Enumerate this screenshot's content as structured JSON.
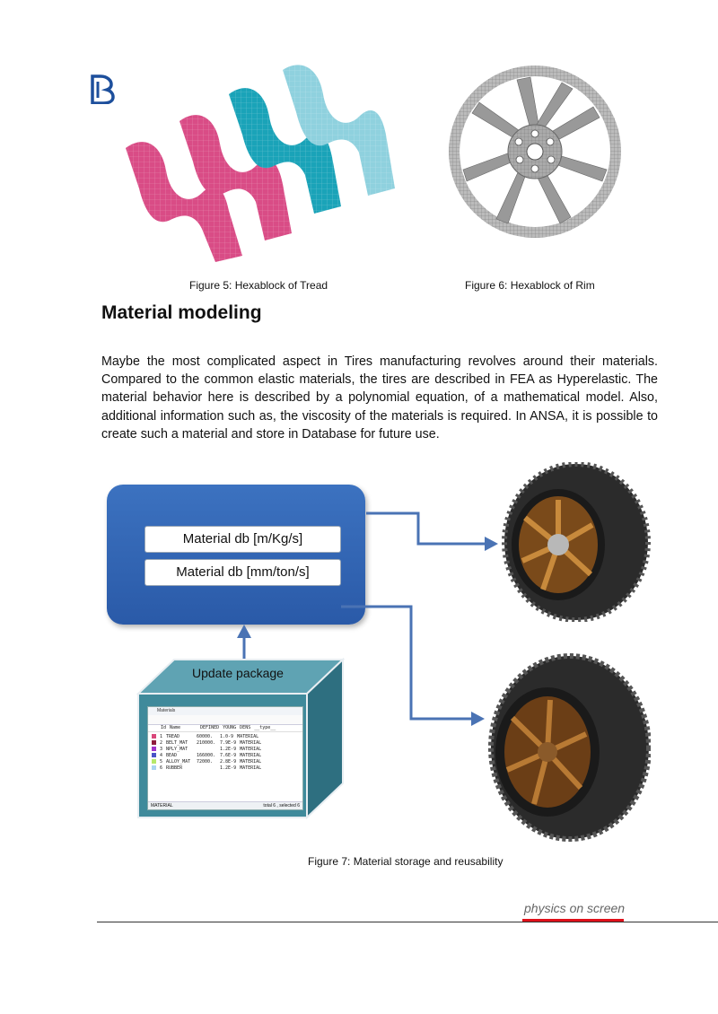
{
  "figures": {
    "fig5_caption": "Figure 5: Hexablock of Tread",
    "fig6_caption": "Figure 6: Hexablock of Rim",
    "fig7_caption": "Figure 7: Material storage and reusability"
  },
  "section": {
    "title": "Material modeling",
    "paragraph": "Maybe the most complicated aspect in Tires manufacturing revolves around their materials. Compared to the common elastic materials, the tires are described in FEA as Hyperelastic. The material behavior here is described by a polynomial equation, of a mathematical model. Also, additional information such as, the viscosity of the materials is required.  In ANSA, it is possible to create such a material and store in Database for future use."
  },
  "diagram": {
    "db1_label": "Material db [m/Kg/s]",
    "db2_label": "Material db [mm/ton/s]",
    "package_label": "Update package",
    "window": {
      "title": "Materials",
      "headers": [
        "Id",
        "Name",
        "DEFINED",
        "YOUNG",
        "DENS",
        "__type__"
      ],
      "rows": [
        {
          "id": "1",
          "name": "TREAD",
          "young": "60000.",
          "dens": "1.0-9",
          "type": "MATERIAL",
          "color": "#d9477a"
        },
        {
          "id": "2",
          "name": "BELT_MAT",
          "young": "210000.",
          "dens": "7.9E-9",
          "type": "MATERIAL",
          "color": "#8e1c3c"
        },
        {
          "id": "3",
          "name": "NPLY_MAT",
          "young": "",
          "dens": "1.2E-9",
          "type": "MATERIAL",
          "color": "#a033c9"
        },
        {
          "id": "4",
          "name": "BEAD",
          "young": "166000.",
          "dens": "7.6E-9",
          "type": "MATERIAL",
          "color": "#4b53c7"
        },
        {
          "id": "5",
          "name": "ALLOY_MAT",
          "young": "72000.",
          "dens": "2.8E-9",
          "type": "MATERIAL",
          "color": "#b6e86a"
        },
        {
          "id": "6",
          "name": "RUBBER",
          "young": "",
          "dens": "1.2E-9",
          "type": "MATERIAL",
          "color": "#a9d4f0"
        }
      ],
      "status_left": "MATERIAL",
      "status_right": "total 6 , selected 6"
    }
  },
  "footer": {
    "tagline": "physics on screen"
  },
  "colors": {
    "accent_red": "#e0101a",
    "box_blue": "#2f63b0",
    "cube_teal": "#3f8a9b"
  }
}
